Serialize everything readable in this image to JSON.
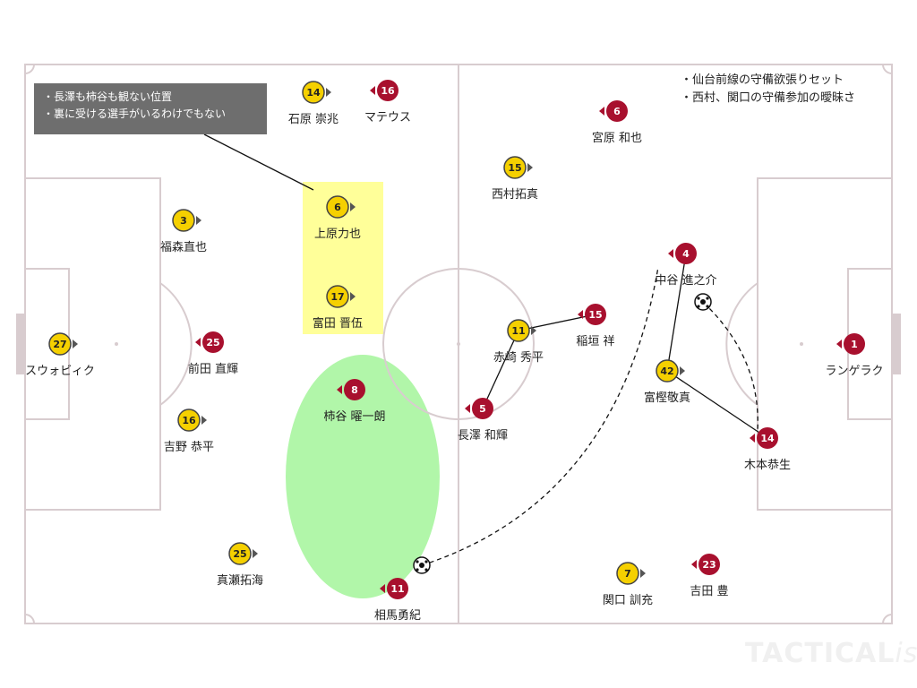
{
  "annotations": {
    "box_lines": [
      "・長澤も柿谷も観ない位置",
      "・裏に受ける選手がいるわけでもない"
    ],
    "top_right_lines": [
      "・仙台前線の守備欲張りセット",
      "・西村、関口の守備参加の曖昧さ"
    ]
  },
  "colors": {
    "yellow_team": "#f5d000",
    "red_team": "#a8102e",
    "highlight_yellow": "#ffff99",
    "highlight_green": "#a9f5a0"
  },
  "players": [
    {
      "id": "y14",
      "team": "yellow",
      "number": "14",
      "name": "石原 崇兆"
    },
    {
      "id": "r16",
      "team": "red",
      "number": "16",
      "name": "マテウス"
    },
    {
      "id": "r6a",
      "team": "red",
      "number": "6",
      "name": "宮原 和也"
    },
    {
      "id": "y15",
      "team": "yellow",
      "number": "15",
      "name": "西村拓真"
    },
    {
      "id": "y3",
      "team": "yellow",
      "number": "3",
      "name": "福森直也"
    },
    {
      "id": "y6",
      "team": "yellow",
      "number": "6",
      "name": "上原力也"
    },
    {
      "id": "r4",
      "team": "red",
      "number": "4",
      "name": "中谷 進之介"
    },
    {
      "id": "y17",
      "team": "yellow",
      "number": "17",
      "name": "富田 晋伍"
    },
    {
      "id": "y27",
      "team": "yellow",
      "number": "27",
      "name": "スウォビィク"
    },
    {
      "id": "r25",
      "team": "red",
      "number": "25",
      "name": "前田 直輝"
    },
    {
      "id": "y11",
      "team": "yellow",
      "number": "11",
      "name": "赤崎 秀平"
    },
    {
      "id": "r15",
      "team": "red",
      "number": "15",
      "name": "稲垣 祥"
    },
    {
      "id": "r1",
      "team": "red",
      "number": "1",
      "name": "ランゲラク"
    },
    {
      "id": "y42",
      "team": "yellow",
      "number": "42",
      "name": "富樫敬真"
    },
    {
      "id": "r8",
      "team": "red",
      "number": "8",
      "name": "柿谷 曜一朗"
    },
    {
      "id": "y16",
      "team": "yellow",
      "number": "16",
      "name": "吉野 恭平"
    },
    {
      "id": "r5",
      "team": "red",
      "number": "5",
      "name": "長澤 和輝"
    },
    {
      "id": "r14",
      "team": "red",
      "number": "14",
      "name": "木本恭生"
    },
    {
      "id": "y25",
      "team": "yellow",
      "number": "25",
      "name": "真瀬拓海"
    },
    {
      "id": "y7",
      "team": "yellow",
      "number": "7",
      "name": "関口 訓充"
    },
    {
      "id": "r23",
      "team": "red",
      "number": "23",
      "name": "吉田 豊"
    },
    {
      "id": "r11",
      "team": "red",
      "number": "11",
      "name": "相馬勇紀"
    }
  ],
  "logo": {
    "main": "TACTICAL",
    "italic": "ista"
  }
}
